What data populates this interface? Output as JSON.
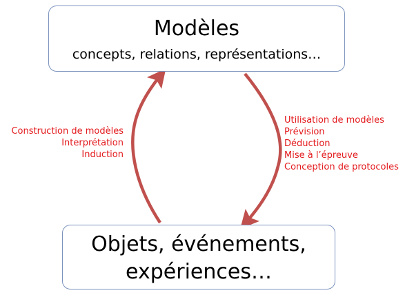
{
  "top_box": {
    "title": "Modèles",
    "subtitle": "concepts, relations, représentations…"
  },
  "bottom_box": {
    "line1": "Objets, événements,",
    "line2": "expériences…"
  },
  "left_labels": [
    "Construction de modèles",
    "Interprétation",
    "Induction"
  ],
  "right_labels": [
    "Utilisation de modèles",
    "Prévision",
    "Déduction",
    "Mise à l’épreuve",
    "Conception de protocoles"
  ],
  "colors": {
    "arrow": "#c0504d",
    "label_text": "#e3191c",
    "box_border": "#7b93bd"
  }
}
